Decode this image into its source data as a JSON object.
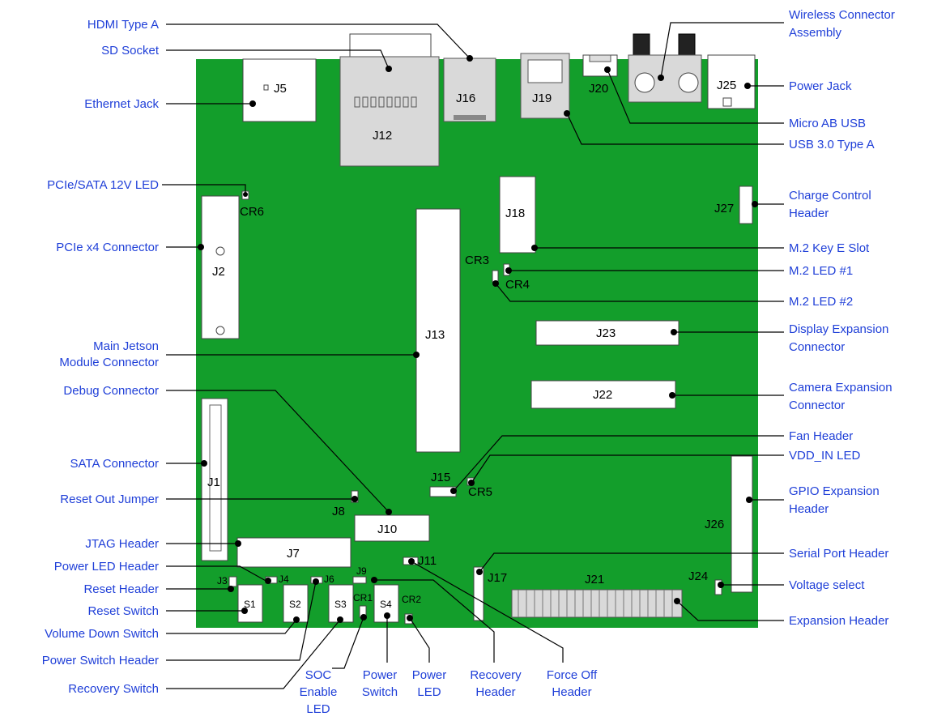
{
  "callouts": {
    "hdmi": "HDMI Type A",
    "sd": "SD Socket",
    "ethernet": "Ethernet Jack",
    "pcie_led": "PCIe/SATA 12V LED",
    "pcie_x4": "PCIe x4 Connector",
    "main_module_1": "Main Jetson",
    "main_module_2": "Module Connector",
    "debug": "Debug Connector",
    "sata": "SATA Connector",
    "reset_out": "Reset Out Jumper",
    "jtag": "JTAG Header",
    "power_led_header": "Power LED Header",
    "reset_header": "Reset Header",
    "reset_switch": "Reset Switch",
    "volume_down": "Volume Down Switch",
    "power_switch_header": "Power Switch Header",
    "recovery_switch": "Recovery Switch",
    "wireless_1": "Wireless Connector",
    "wireless_2": "Assembly",
    "power_jack": "Power Jack",
    "micro_ab": "Micro AB USB",
    "usb3": "USB 3.0 Type A",
    "charge_1": "Charge Control",
    "charge_2": "Header",
    "m2_slot": "M.2 Key E Slot",
    "m2_led1": "M.2 LED #1",
    "m2_led2": "M.2 LED #2",
    "display_1": "Display Expansion",
    "display_2": "Connector",
    "camera_1": "Camera Expansion",
    "camera_2": "Connector",
    "fan": "Fan Header",
    "vdd_led": "VDD_IN LED",
    "gpio_1": "GPIO Expansion",
    "gpio_2": "Header",
    "serial": "Serial Port Header",
    "voltage": "Voltage select",
    "expansion": "Expansion Header",
    "soc_1": "SOC",
    "soc_2": "Enable",
    "soc_3": "LED",
    "pwrsw_1": "Power",
    "pwrsw_2": "Switch",
    "pwrled_1": "Power",
    "pwrled_2": "LED",
    "rec_1": "Recovery",
    "rec_2": "Header",
    "force_1": "Force Off",
    "force_2": "Header"
  },
  "refs": {
    "J5": "J5",
    "J12": "J12",
    "J16": "J16",
    "J19": "J19",
    "J20": "J20",
    "J25": "J25",
    "CR6": "CR6",
    "J2": "J2",
    "J18": "J18",
    "J27": "J27",
    "CR3": "CR3",
    "CR4": "CR4",
    "J13": "J13",
    "J23": "J23",
    "J22": "J22",
    "J1": "J1",
    "J15": "J15",
    "CR5": "CR5",
    "J8": "J8",
    "J10": "J10",
    "J26": "J26",
    "J7": "J7",
    "J11": "J11",
    "J17": "J17",
    "J21": "J21",
    "J24": "J24",
    "J3": "J3",
    "J4": "J4",
    "J6": "J6",
    "J9": "J9",
    "S1": "S1",
    "S2": "S2",
    "S3": "S3",
    "S4": "S4",
    "CR1": "CR1",
    "CR2": "CR2"
  },
  "colors": {
    "board": "#139e2b",
    "callout_text": "#1f3fd8",
    "leader": "#000000"
  }
}
